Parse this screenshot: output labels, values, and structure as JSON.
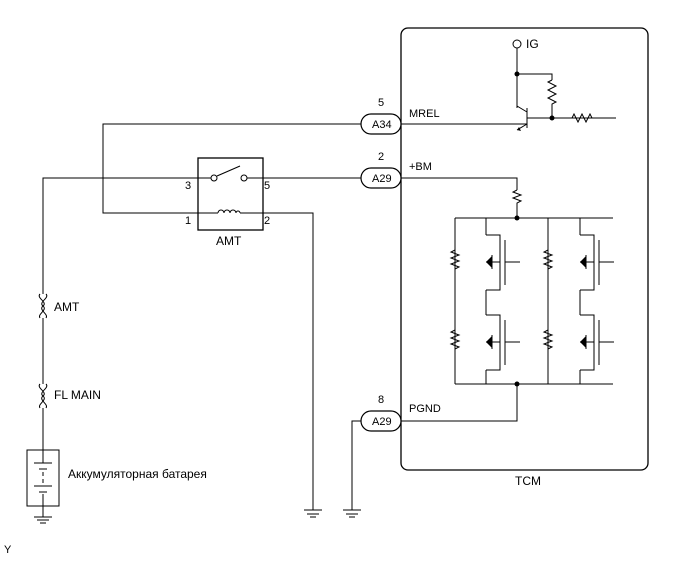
{
  "tcm": {
    "label": "TCM",
    "ig_label": "IG",
    "terminals": [
      {
        "connector": "A34",
        "pin": "5",
        "signal": "MREL"
      },
      {
        "connector": "A29",
        "pin": "2",
        "signal": "+BM"
      },
      {
        "connector": "A29",
        "pin": "8",
        "signal": "PGND"
      }
    ]
  },
  "relay": {
    "label": "AMT",
    "pins": [
      "3",
      "5",
      "1",
      "2"
    ]
  },
  "fuses": [
    {
      "label": "AMT"
    },
    {
      "label": "FL MAIN"
    }
  ],
  "battery": {
    "label": "Аккумуляторная батарея"
  },
  "footer": {
    "mark": "Y"
  }
}
